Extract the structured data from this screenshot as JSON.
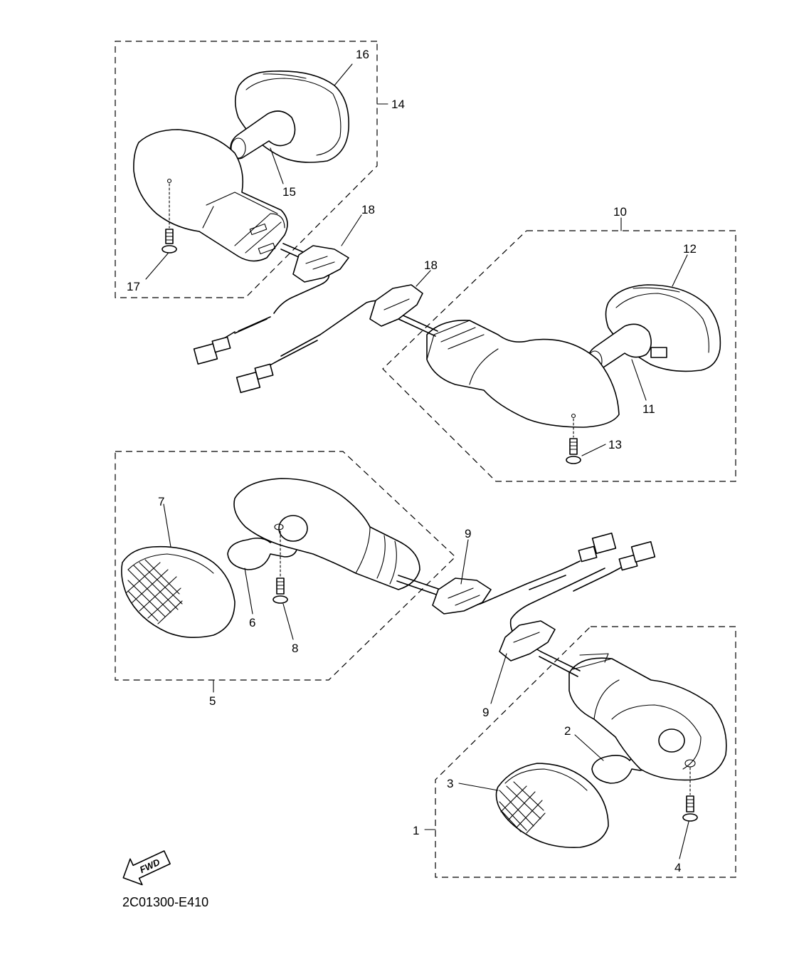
{
  "callouts": {
    "c1": "1",
    "c2": "2",
    "c3": "3",
    "c4": "4",
    "c5": "5",
    "c6": "6",
    "c7": "7",
    "c8": "8",
    "c9a": "9",
    "c9b": "9",
    "c10": "10",
    "c11": "11",
    "c12": "12",
    "c13": "13",
    "c14": "14",
    "c15": "15",
    "c16": "16",
    "c17": "17",
    "c18a": "18",
    "c18b": "18"
  },
  "diagram_code": "2C01300-E410",
  "fwd_label": "FWD"
}
